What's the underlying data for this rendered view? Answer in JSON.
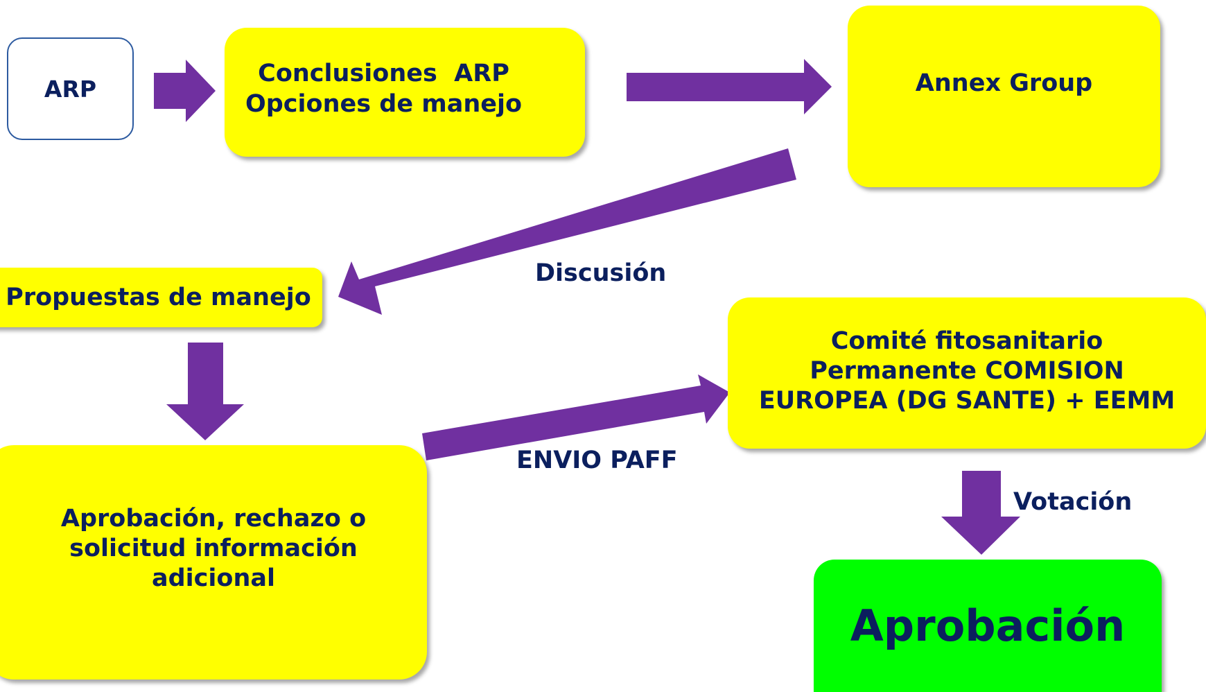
{
  "colors": {
    "box_fill": "#ffff00",
    "final_fill": "#00ff00",
    "text": "#0b1f5e",
    "arrow": "#7030a0",
    "start_border": "#2c5aa0"
  },
  "nodes": {
    "arp": {
      "text": "ARP"
    },
    "conclusiones": {
      "line1": "Conclusiones  ARP",
      "line2": "Opciones de manejo"
    },
    "annex": {
      "text": "Annex Group"
    },
    "propuestas": {
      "text": "Propuestas de manejo"
    },
    "aprobacion_rechazo": {
      "line1": "Aprobación, rechazo o",
      "line2": "solicitud información",
      "line3": "adicional"
    },
    "comite": {
      "line1": "Comité fitosanitario",
      "line2": "Permanente COMISION",
      "line3": "EUROPEA (DG SANTE) + EEMM"
    },
    "aprobacion": {
      "text": "Aprobación"
    }
  },
  "edge_labels": {
    "discusion": "Discusión",
    "envio": "ENVIO PAFF",
    "votacion": "Votación"
  }
}
